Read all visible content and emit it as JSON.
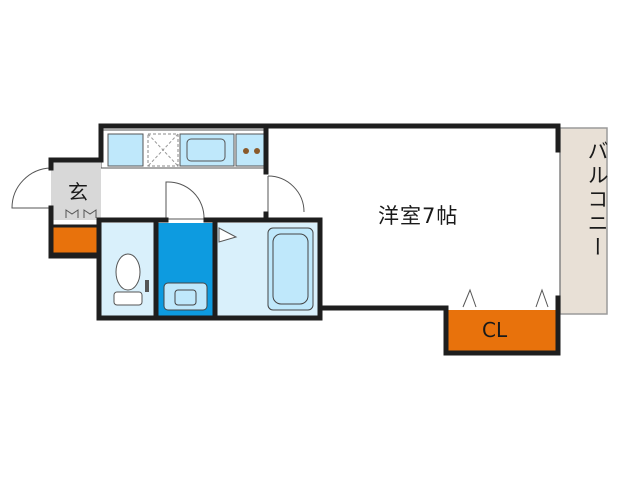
{
  "floor_plan": {
    "labels": {
      "western_room": "洋室7帖",
      "entrance": "玄",
      "closet": "CL",
      "balcony": "バルコニー"
    },
    "colors": {
      "wall": "#1e1e1e",
      "floor_white": "#ffffff",
      "entrance_floor": "#d8d8d8",
      "balcony_floor": "#e8e0d6",
      "storage_orange": "#e8720c",
      "washroom_blue": "#0d9be0",
      "fixture_light_blue": "#bfe8fb",
      "bath_floor": "#d9f0fb"
    }
  }
}
